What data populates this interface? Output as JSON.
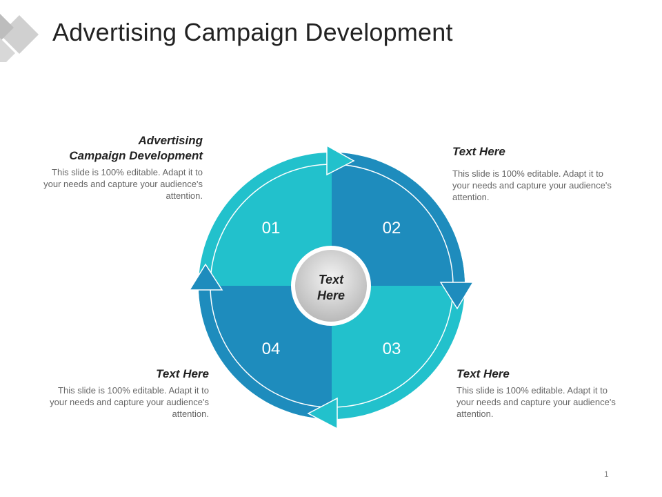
{
  "slide": {
    "title": "Advertising Campaign Development",
    "page_number": "1"
  },
  "diagram": {
    "center_label_line1": "Text",
    "center_label_line2": "Here",
    "quadrants": [
      {
        "label": "01"
      },
      {
        "label": "02"
      },
      {
        "label": "03"
      },
      {
        "label": "04"
      }
    ]
  },
  "blocks": {
    "top_left": {
      "heading_line1": "Advertising",
      "heading_line2": "Campaign Development",
      "body": "This slide is 100% editable. Adapt it to your needs and capture your audience's attention."
    },
    "top_right": {
      "heading": "Text Here",
      "body": "This slide is 100% editable. Adapt it to your needs and capture your audience's attention."
    },
    "bottom_left": {
      "heading": "Text Here",
      "body": "This slide is 100% editable. Adapt it to your needs and capture your audience's attention."
    },
    "bottom_right": {
      "heading": "Text Here",
      "body": "This slide is 100% editable. Adapt it to your needs and capture your audience's attention."
    }
  },
  "colors": {
    "light_teal": "#22c1cc",
    "dark_blue": "#1e8cbd",
    "center_gray": "#c9c9c9",
    "deco_gray": "#d0d0d0"
  }
}
